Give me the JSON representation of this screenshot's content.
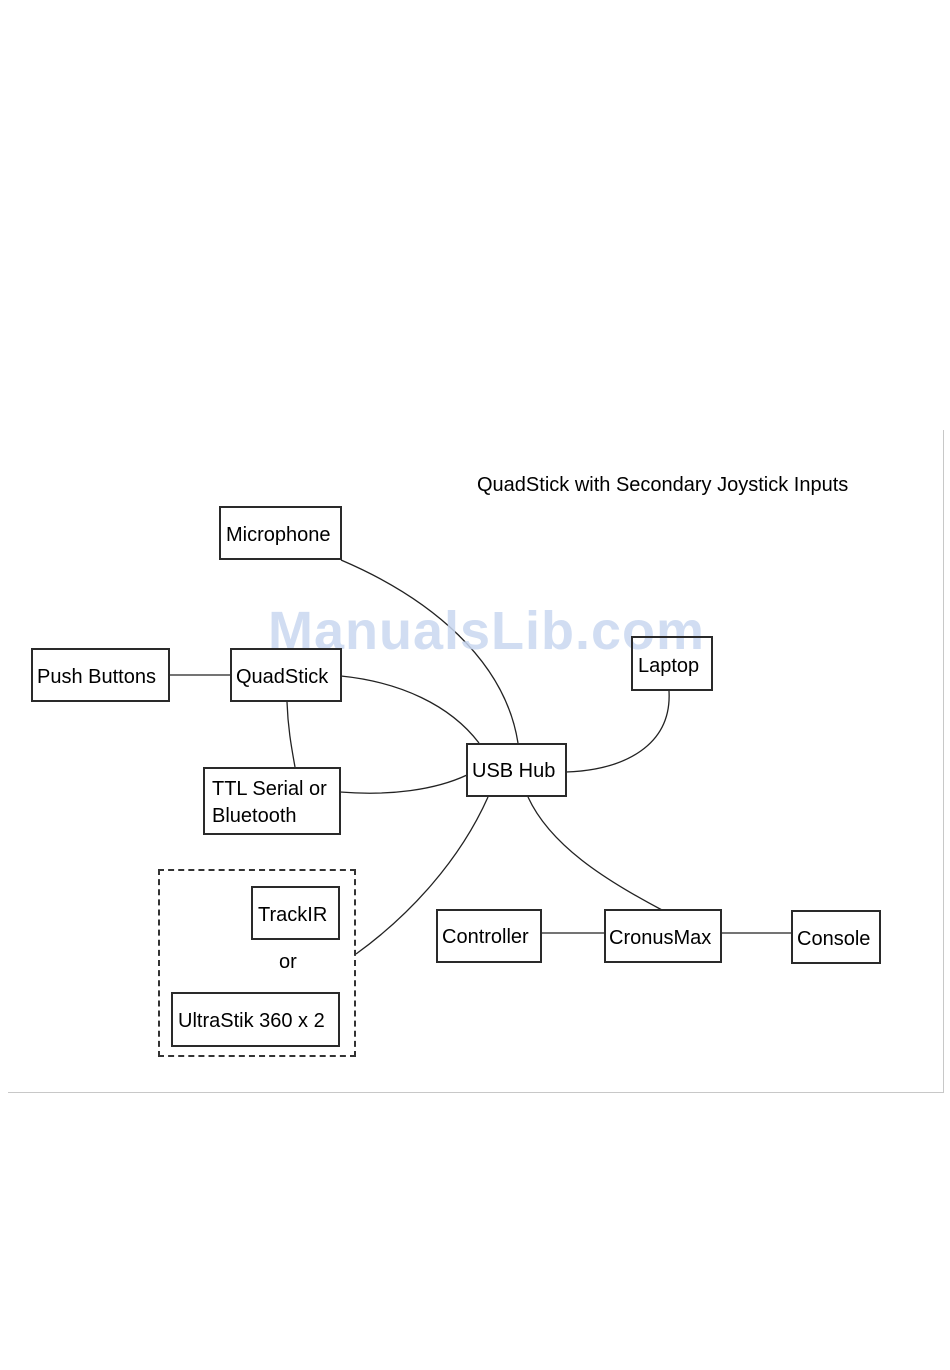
{
  "diagram": {
    "title": "QuadStick with Secondary Joystick Inputs",
    "watermark": "ManualsLib.com",
    "nodes": {
      "microphone": "Microphone",
      "push_buttons": "Push Buttons",
      "quadstick": "QuadStick",
      "laptop": "Laptop",
      "usb_hub": "USB Hub",
      "ttl_serial_line1": "TTL Serial or",
      "ttl_serial_line2": "Bluetooth",
      "trackir": "TrackIR",
      "or": "or",
      "ultrastik": "UltraStik 360 x 2",
      "controller": "Controller",
      "cronusmax": "CronusMax",
      "console": "Console"
    },
    "connections": [
      {
        "from": "Push Buttons",
        "to": "QuadStick"
      },
      {
        "from": "QuadStick",
        "to": "TTL Serial or Bluetooth"
      },
      {
        "from": "QuadStick",
        "to": "USB Hub"
      },
      {
        "from": "Microphone",
        "to": "USB Hub"
      },
      {
        "from": "TTL Serial or Bluetooth",
        "to": "USB Hub"
      },
      {
        "from": "Laptop",
        "to": "USB Hub"
      },
      {
        "from": "TrackIR or UltraStik 360 x 2",
        "to": "USB Hub"
      },
      {
        "from": "USB Hub",
        "to": "CronusMax"
      },
      {
        "from": "Controller",
        "to": "CronusMax"
      },
      {
        "from": "CronusMax",
        "to": "Console"
      }
    ]
  }
}
